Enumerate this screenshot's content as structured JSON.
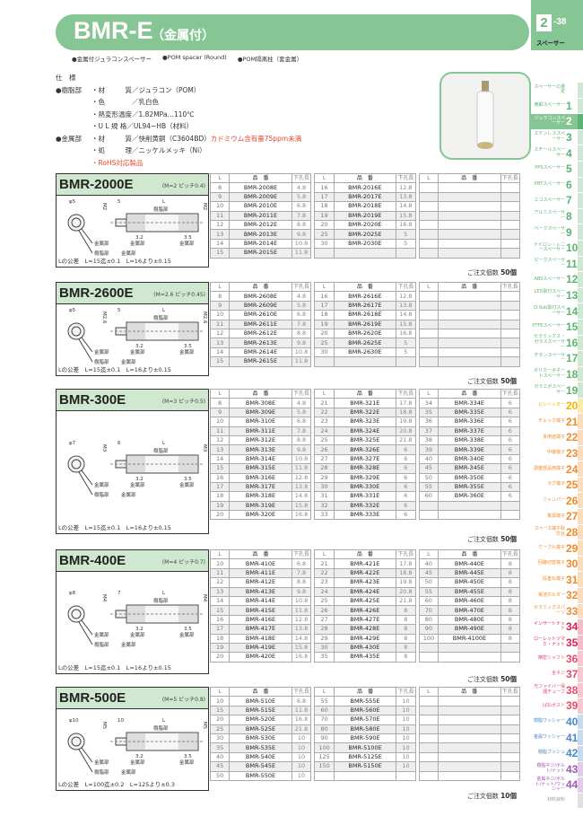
{
  "header": {
    "title": "BMR-E",
    "title_suffix": "（金属付）",
    "page_section": "2",
    "page_num": "-38",
    "category": "スペーサー"
  },
  "subtitles": [
    "●金属付ジュラコンスペーサー",
    "●POM spacer (Round)",
    "●POM隔离柱（套金属）"
  ],
  "specs": {
    "heading": "仕　様",
    "rows": [
      {
        "group": "●樹脂部",
        "text": "・材　　　質／ジュラコン（POM）"
      },
      {
        "group": "",
        "text": "・色　　　　／乳白色"
      },
      {
        "group": "",
        "text": "・熱変形温度／1.82MPa…110℃"
      },
      {
        "group": "",
        "text": "・U L 規 格／UL94−HB（材料）"
      },
      {
        "group": "●金属部",
        "text": "・材　　　質／快削黄銅（C3604BD）",
        "red": "カドミウム含有量75ppm未満"
      },
      {
        "group": "",
        "text": "・処　　　理／ニッケルメッキ（Ni）"
      },
      {
        "group": "",
        "text": "",
        "red": "・RoHS対応製品"
      }
    ]
  },
  "table_headers": {
    "l": "L",
    "part": "品　番",
    "hole": "下孔長"
  },
  "labels": {
    "resin": "樹脂部",
    "metal": "金属部",
    "len": "L",
    "d1": "3.2",
    "d2": "3.5"
  },
  "sections": [
    {
      "name": "BMR-2000E",
      "pitch": "(M=2 ピッチ0.4)",
      "dia": "φ5",
      "thread": "M2",
      "head": "5",
      "tol": "Lの公差　L=15迄±0.1　L=16より±0.15",
      "order_label": "ご注文個数 ",
      "order_qty": "50個",
      "rows": 9,
      "cols": [
        [
          [
            "8",
            "BMR-2008E",
            "4.8"
          ],
          [
            "9",
            "BMR-2009E",
            "5.8"
          ],
          [
            "10",
            "BMR-2010E",
            "6.8"
          ],
          [
            "11",
            "BMR-2011E",
            "7.8"
          ],
          [
            "12",
            "BMR-2012E",
            "8.8"
          ],
          [
            "13",
            "BMR-2013E",
            "9.8"
          ],
          [
            "14",
            "BMR-2014E",
            "10.8"
          ],
          [
            "15",
            "BMR-2015E",
            "11.8"
          ]
        ],
        [
          [
            "16",
            "BMR-2016E",
            "12.8"
          ],
          [
            "17",
            "BMR-2017E",
            "13.8"
          ],
          [
            "18",
            "BMR-2018E",
            "14.8"
          ],
          [
            "19",
            "BMR-2019E",
            "15.8"
          ],
          [
            "20",
            "BMR-2020E",
            "16.8"
          ],
          [
            "25",
            "BMR-2025E",
            "5"
          ],
          [
            "30",
            "BMR-2030E",
            "5"
          ]
        ],
        []
      ]
    },
    {
      "name": "BMR-2600E",
      "pitch": "(M=2.6 ピッチ0.45)",
      "dia": "φ5",
      "thread": "M2.6",
      "head": "5",
      "tol": "Lの公差　L=15迄±0.1　L=16より±0.15",
      "order_label": "ご注文個数 ",
      "order_qty": "50個",
      "rows": 9,
      "cols": [
        [
          [
            "8",
            "BMR-2608E",
            "4.8"
          ],
          [
            "9",
            "BMR-2609E",
            "5.8"
          ],
          [
            "10",
            "BMR-2610E",
            "6.8"
          ],
          [
            "11",
            "BMR-2611E",
            "7.8"
          ],
          [
            "12",
            "BMR-2612E",
            "8.8"
          ],
          [
            "13",
            "BMR-2613E",
            "9.8"
          ],
          [
            "14",
            "BMR-2614E",
            "10.8"
          ],
          [
            "15",
            "BMR-2615E",
            "11.8"
          ]
        ],
        [
          [
            "16",
            "BMR-2616E",
            "12.8"
          ],
          [
            "17",
            "BMR-2617E",
            "13.8"
          ],
          [
            "18",
            "BMR-2618E",
            "14.8"
          ],
          [
            "19",
            "BMR-2619E",
            "15.8"
          ],
          [
            "20",
            "BMR-2620E",
            "16.8"
          ],
          [
            "25",
            "BMR-2625E",
            "5"
          ],
          [
            "30",
            "BMR-2630E",
            "5"
          ]
        ],
        []
      ]
    },
    {
      "name": "BMR-300E",
      "pitch": "(M=3 ピッチ0.5)",
      "dia": "φ7",
      "thread": "M3",
      "head": "6",
      "tol": "Lの公差　L=15迄±0.1　L=16より±0.15",
      "order_label": "ご注文個数 ",
      "order_qty": "50個",
      "rows": 14,
      "cols": [
        [
          [
            "8",
            "BMR-308E",
            "4.8"
          ],
          [
            "9",
            "BMR-309E",
            "5.8"
          ],
          [
            "10",
            "BMR-310E",
            "6.8"
          ],
          [
            "11",
            "BMR-311E",
            "7.8"
          ],
          [
            "12",
            "BMR-312E",
            "8.8"
          ],
          [
            "13",
            "BMR-313E",
            "9.8"
          ],
          [
            "14",
            "BMR-314E",
            "10.8"
          ],
          [
            "15",
            "BMR-315E",
            "11.8"
          ],
          [
            "16",
            "BMR-316E",
            "12.8"
          ],
          [
            "17",
            "BMR-317E",
            "13.8"
          ],
          [
            "18",
            "BMR-318E",
            "14.8"
          ],
          [
            "19",
            "BMR-319E",
            "15.8"
          ],
          [
            "20",
            "BMR-320E",
            "16.8"
          ]
        ],
        [
          [
            "21",
            "BMR-321E",
            "17.8"
          ],
          [
            "22",
            "BMR-322E",
            "18.8"
          ],
          [
            "23",
            "BMR-323E",
            "19.8"
          ],
          [
            "24",
            "BMR-324E",
            "20.8"
          ],
          [
            "25",
            "BMR-325E",
            "21.8"
          ],
          [
            "26",
            "BMR-326E",
            "6"
          ],
          [
            "27",
            "BMR-327E",
            "6"
          ],
          [
            "28",
            "BMR-328E",
            "6"
          ],
          [
            "29",
            "BMR-329E",
            "6"
          ],
          [
            "30",
            "BMR-330E",
            "6"
          ],
          [
            "31",
            "BMR-331E",
            "6"
          ],
          [
            "32",
            "BMR-332E",
            "6"
          ],
          [
            "33",
            "BMR-333E",
            "6"
          ]
        ],
        [
          [
            "34",
            "BMR-334E",
            "6"
          ],
          [
            "35",
            "BMR-335E",
            "6"
          ],
          [
            "36",
            "BMR-336E",
            "6"
          ],
          [
            "37",
            "BMR-337E",
            "6"
          ],
          [
            "38",
            "BMR-338E",
            "6"
          ],
          [
            "39",
            "BMR-339E",
            "6"
          ],
          [
            "40",
            "BMR-340E",
            "6"
          ],
          [
            "45",
            "BMR-345E",
            "6"
          ],
          [
            "50",
            "BMR-350E",
            "6"
          ],
          [
            "55",
            "BMR-355E",
            "6"
          ],
          [
            "60",
            "BMR-360E",
            "6"
          ]
        ]
      ]
    },
    {
      "name": "BMR-400E",
      "pitch": "(M=4 ピッチ0.7)",
      "dia": "φ8",
      "thread": "M4",
      "head": "7",
      "tol": "Lの公差　L=15迄±0.1　L=16より±0.15",
      "order_label": "ご注文個数 ",
      "order_qty": "50個",
      "rows": 12,
      "cols": [
        [
          [
            "10",
            "BMR-410E",
            "6.8"
          ],
          [
            "11",
            "BMR-411E",
            "7.8"
          ],
          [
            "12",
            "BMR-412E",
            "8.8"
          ],
          [
            "13",
            "BMR-413E",
            "9.8"
          ],
          [
            "14",
            "BMR-414E",
            "10.8"
          ],
          [
            "15",
            "BMR-415E",
            "11.8"
          ],
          [
            "16",
            "BMR-416E",
            "12.8"
          ],
          [
            "17",
            "BMR-417E",
            "13.8"
          ],
          [
            "18",
            "BMR-418E",
            "14.8"
          ],
          [
            "19",
            "BMR-419E",
            "15.8"
          ],
          [
            "20",
            "BMR-420E",
            "16.8"
          ]
        ],
        [
          [
            "21",
            "BMR-421E",
            "17.8"
          ],
          [
            "22",
            "BMR-422E",
            "18.8"
          ],
          [
            "23",
            "BMR-423E",
            "19.8"
          ],
          [
            "24",
            "BMR-424E",
            "20.8"
          ],
          [
            "25",
            "BMR-425E",
            "21.8"
          ],
          [
            "26",
            "BMR-426E",
            "8"
          ],
          [
            "27",
            "BMR-427E",
            "8"
          ],
          [
            "28",
            "BMR-428E",
            "8"
          ],
          [
            "29",
            "BMR-429E",
            "8"
          ],
          [
            "30",
            "BMR-430E",
            "8"
          ],
          [
            "35",
            "BMR-435E",
            "8"
          ]
        ],
        [
          [
            "40",
            "BMR-440E",
            "8"
          ],
          [
            "45",
            "BMR-445E",
            "8"
          ],
          [
            "50",
            "BMR-450E",
            "8"
          ],
          [
            "55",
            "BMR-455E",
            "8"
          ],
          [
            "60",
            "BMR-460E",
            "8"
          ],
          [
            "70",
            "BMR-470E",
            "8"
          ],
          [
            "80",
            "BMR-480E",
            "8"
          ],
          [
            "90",
            "BMR-490E",
            "8"
          ],
          [
            "100",
            "BMR-4100E",
            "8"
          ]
        ]
      ]
    },
    {
      "name": "BMR-500E",
      "pitch": "(M=5 ピッチ0.8)",
      "dia": "φ10",
      "thread": "M5",
      "head": "10",
      "tol": "Lの公差　L=100迄±0.2　L=125より±0.3",
      "order_label": "ご注文個数 ",
      "order_qty": "10個",
      "rows": 10,
      "cols": [
        [
          [
            "10",
            "BMR-510E",
            "6.8"
          ],
          [
            "15",
            "BMR-515E",
            "11.8"
          ],
          [
            "20",
            "BMR-520E",
            "16.8"
          ],
          [
            "25",
            "BMR-525E",
            "21.8"
          ],
          [
            "30",
            "BMR-530E",
            "10"
          ],
          [
            "35",
            "BMR-535E",
            "10"
          ],
          [
            "40",
            "BMR-540E",
            "10"
          ],
          [
            "45",
            "BMR-545E",
            "10"
          ],
          [
            "50",
            "BMR-550E",
            "10"
          ]
        ],
        [
          [
            "55",
            "BMR-555E",
            "10"
          ],
          [
            "60",
            "BMR-560E",
            "10"
          ],
          [
            "70",
            "BMR-570E",
            "10"
          ],
          [
            "80",
            "BMR-580E",
            "10"
          ],
          [
            "90",
            "BMR-590E",
            "10"
          ],
          [
            "100",
            "BMR-5100E",
            "10"
          ],
          [
            "125",
            "BMR-5125E",
            "10"
          ],
          [
            "150",
            "BMR-5150E",
            "10"
          ]
        ],
        []
      ]
    }
  ],
  "sidebar": [
    {
      "label": "スペーサーの選定",
      "n": "",
      "color": "#5db36f"
    },
    {
      "label": "黄銅スペーサー",
      "n": "1",
      "color": "#5db36f"
    },
    {
      "label": "ジュラコンスペーサー",
      "n": "2",
      "color": "#5db36f",
      "active": true
    },
    {
      "label": "ステンレススペーサー",
      "n": "3",
      "color": "#5db36f"
    },
    {
      "label": "スチールスペーサー",
      "n": "4",
      "color": "#5db36f"
    },
    {
      "label": "PPSスペーサー",
      "n": "5",
      "color": "#5db36f"
    },
    {
      "label": "PBTスペーサー",
      "n": "6",
      "color": "#5db36f"
    },
    {
      "label": "エコスペーサー",
      "n": "7",
      "color": "#5db36f"
    },
    {
      "label": "アルミスペーサー",
      "n": "8",
      "color": "#5db36f"
    },
    {
      "label": "ベークスペーサー",
      "n": "9",
      "color": "#5db36f"
    },
    {
      "label": "ナイロン・レニースペーサー",
      "n": "10",
      "color": "#5db36f"
    },
    {
      "label": "ピークスペーサー",
      "n": "11",
      "color": "#5db36f"
    },
    {
      "label": "ABSスペーサー",
      "n": "12",
      "color": "#5db36f"
    },
    {
      "label": "LED取付スペーサー",
      "n": "13",
      "color": "#5db36f"
    },
    {
      "label": "D-Sub取付スペーサー",
      "n": "14",
      "color": "#5db36f"
    },
    {
      "label": "PTFEスペーサー",
      "n": "15",
      "color": "#5db36f"
    },
    {
      "label": "セラミックス・ガラススペーサー",
      "n": "16",
      "color": "#5db36f"
    },
    {
      "label": "チタンスペーサー",
      "n": "17",
      "color": "#5db36f"
    },
    {
      "label": "ポリカーボネートスペーサー",
      "n": "18",
      "color": "#5db36f"
    },
    {
      "label": "ガラエポスペーサー",
      "n": "19",
      "color": "#5db36f"
    },
    {
      "label": "ピンヘッダー",
      "n": "20",
      "color": "#f2b600"
    },
    {
      "label": "チェック端子",
      "n": "21",
      "color": "#ef8a2c"
    },
    {
      "label": "多用途端子",
      "n": "22",
      "color": "#ef8a2c"
    },
    {
      "label": "中継端子",
      "n": "23",
      "color": "#ef8a2c"
    },
    {
      "label": "調整部品用端子",
      "n": "24",
      "color": "#ef8a2c"
    },
    {
      "label": "ラグ端子",
      "n": "25",
      "color": "#ef8a2c"
    },
    {
      "label": "ジャンパー",
      "n": "26",
      "color": "#ef8a2c"
    },
    {
      "label": "電源端子",
      "n": "27",
      "color": "#ef8a2c"
    },
    {
      "label": "スペース端子取付台",
      "n": "28",
      "color": "#ef8a2c"
    },
    {
      "label": "ケーブル端子",
      "n": "29",
      "color": "#ef8a2c"
    },
    {
      "label": "回路切替端子",
      "n": "30",
      "color": "#ef8a2c"
    },
    {
      "label": "段重ね端子",
      "n": "31",
      "color": "#ef8a2c"
    },
    {
      "label": "電池ホルダー",
      "n": "32",
      "color": "#ef8a2c"
    },
    {
      "label": "セラミックスパーツ",
      "n": "33",
      "color": "#ef8a2c"
    },
    {
      "label": "インサートナット",
      "n": "34",
      "color": "#d7214f"
    },
    {
      "label": "ローレットツマミ・ナット",
      "n": "35",
      "color": "#d7214f"
    },
    {
      "label": "精密シャフト",
      "n": "36",
      "color": "#e84a6a"
    },
    {
      "label": "全ネジ",
      "n": "37",
      "color": "#e84a6a"
    },
    {
      "label": "光ファイバー保護チューブ",
      "n": "38",
      "color": "#e84a6a"
    },
    {
      "label": "ばねポスト",
      "n": "39",
      "color": "#e84a6a"
    },
    {
      "label": "樹脂ワッシャー",
      "n": "40",
      "color": "#4a86c8"
    },
    {
      "label": "金属ワッシャー",
      "n": "41",
      "color": "#4a86c8"
    },
    {
      "label": "樹脂ブッシュ",
      "n": "42",
      "color": "#4a86c8"
    },
    {
      "label": "樹脂ネジ/ボルト/ナット",
      "n": "43",
      "color": "#a05ab0"
    },
    {
      "label": "金属ネジ/ボルト/ナット/ワッシャー",
      "n": "44",
      "color": "#a05ab0"
    },
    {
      "label": "材料資料",
      "n": "",
      "color": "#999999"
    }
  ]
}
